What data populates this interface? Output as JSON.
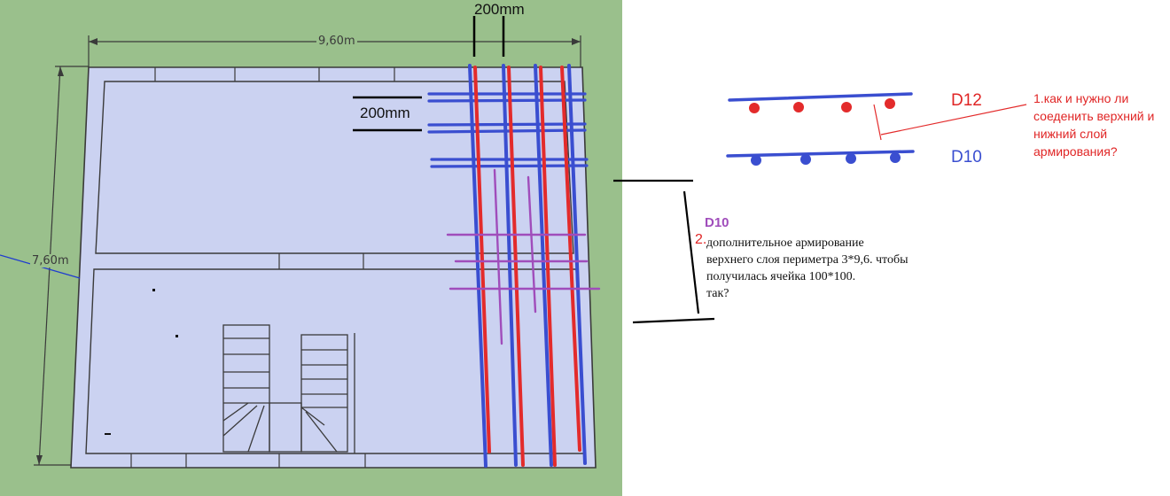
{
  "plan": {
    "width_label": "9,60m",
    "height_label": "7,60m",
    "spacing_top_label": "200mm",
    "spacing_side_label": "200mm"
  },
  "section": {
    "upper_label": "D12",
    "lower_label": "D10"
  },
  "question_1": {
    "number": "1.",
    "text": "как и нужно ли соеденить верхний и нижний слой армирования?"
  },
  "question_2": {
    "title": "D10",
    "number": "2.",
    "lines": [
      "дополнительное армирование",
      "верхнего слоя периметра 3*9,6. чтобы",
      "получилась ячейка 100*100.",
      "так?"
    ]
  },
  "colors": {
    "background_green": "#9ac08c",
    "slab_fill": "#cbd2f1",
    "rebar_blue": "#3a4ed0",
    "rebar_red": "#e32b2b",
    "rebar_purple": "#a04dbb"
  }
}
